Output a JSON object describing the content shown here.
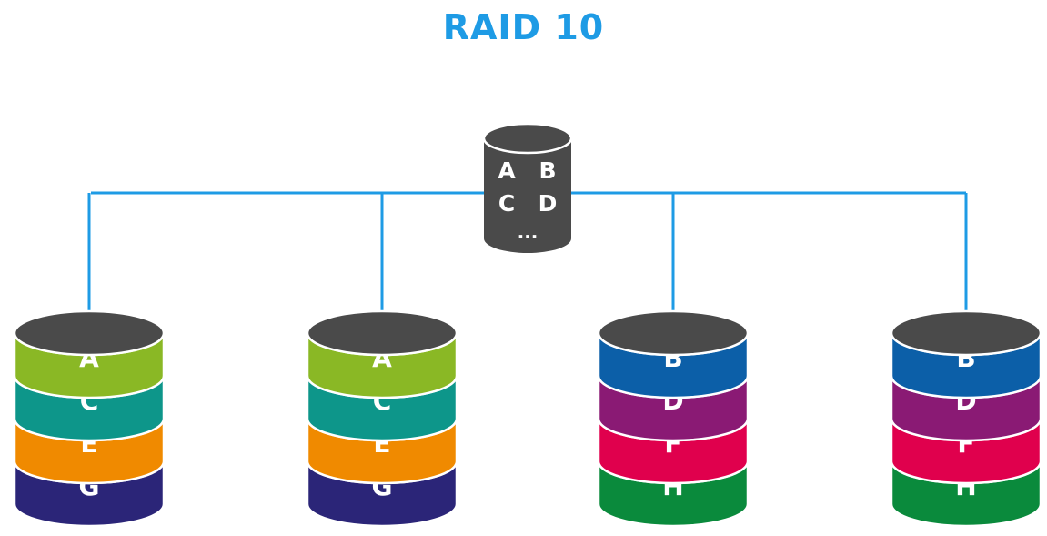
{
  "title": "RAID 10",
  "colors": {
    "title": "#1e9be5",
    "connector": "#1e9be5",
    "disk_top": "#4a4a4a",
    "disk_rim": "#ffffff"
  },
  "source_disk": {
    "rows": [
      [
        "A",
        "B"
      ],
      [
        "C",
        "D"
      ]
    ],
    "ellipsis": "..."
  },
  "disks": [
    {
      "name": "disk-1",
      "segments": [
        {
          "label": "A",
          "color": "#8ab825"
        },
        {
          "label": "C",
          "color": "#0d968a"
        },
        {
          "label": "E",
          "color": "#f08a00"
        },
        {
          "label": "G",
          "color": "#2b2578"
        }
      ]
    },
    {
      "name": "disk-2",
      "segments": [
        {
          "label": "A",
          "color": "#8ab825"
        },
        {
          "label": "C",
          "color": "#0d968a"
        },
        {
          "label": "E",
          "color": "#f08a00"
        },
        {
          "label": "G",
          "color": "#2b2578"
        }
      ]
    },
    {
      "name": "disk-3",
      "segments": [
        {
          "label": "B",
          "color": "#0c5fa8"
        },
        {
          "label": "D",
          "color": "#8a1a74"
        },
        {
          "label": "F",
          "color": "#e0004d"
        },
        {
          "label": "H",
          "color": "#0a8a3c"
        }
      ]
    },
    {
      "name": "disk-4",
      "segments": [
        {
          "label": "B",
          "color": "#0c5fa8"
        },
        {
          "label": "D",
          "color": "#8a1a74"
        },
        {
          "label": "F",
          "color": "#e0004d"
        },
        {
          "label": "H",
          "color": "#0a8a3c"
        }
      ]
    }
  ]
}
